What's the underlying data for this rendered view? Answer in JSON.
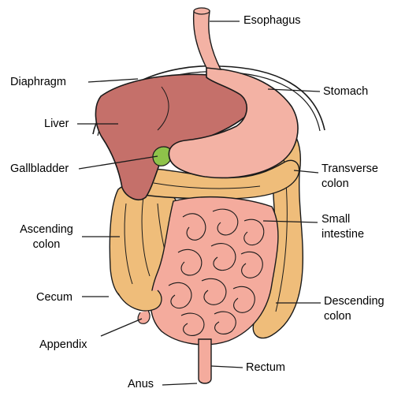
{
  "labels": {
    "esophagus": "Esophagus",
    "diaphragm": "Diaphragm",
    "stomach": "Stomach",
    "liver": "Liver",
    "gallbladder": "Gallbladder",
    "transverse_colon": [
      "Transverse",
      "colon"
    ],
    "small_intestine": [
      "Small",
      "intestine"
    ],
    "ascending_colon": [
      "Ascending",
      "colon"
    ],
    "cecum": "Cecum",
    "descending_colon": [
      "Descending",
      "colon"
    ],
    "appendix": "Appendix",
    "rectum": "Rectum",
    "anus": "Anus"
  },
  "colors": {
    "liver": "#c5706a",
    "stomach": "#f3b2a4",
    "colon": "#efbd7a",
    "small_intestine": "#f4ab9d",
    "gallbladder": "#8ec24a",
    "outline": "#1a1a1a"
  }
}
